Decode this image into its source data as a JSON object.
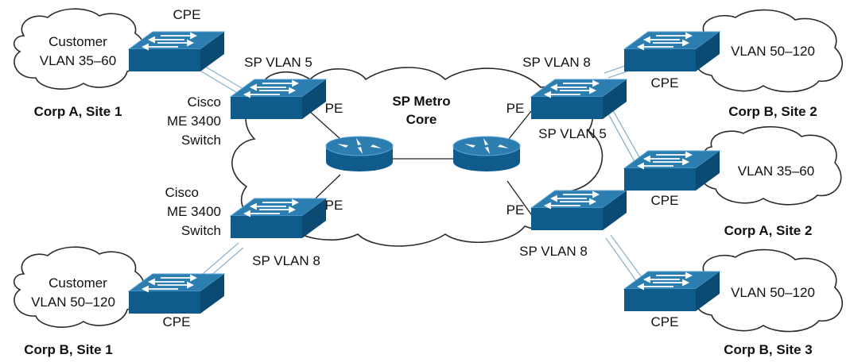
{
  "diagram": {
    "core_label_line1": "SP Metro",
    "core_label_line2": "Core",
    "left_top": {
      "customer_line1": "Customer",
      "customer_line2": "VLAN 35–60",
      "cpe_label": "CPE",
      "site_label": "Corp A, Site 1",
      "sp_vlan_label": "SP VLAN 5",
      "switch_line1": "Cisco",
      "switch_line2": "ME 3400",
      "switch_line3": "Switch",
      "pe_label": "PE"
    },
    "left_bottom": {
      "customer_line1": "Customer",
      "customer_line2": "VLAN 50–120",
      "cpe_label": "CPE",
      "site_label": "Corp B, Site 1",
      "sp_vlan_label": "SP VLAN 8",
      "switch_line1": "Cisco",
      "switch_line2": "ME 3400",
      "switch_line3": "Switch",
      "pe_label": "PE"
    },
    "right_top": {
      "sp_vlan_a": "SP VLAN 8",
      "sp_vlan_b": "SP VLAN 5",
      "pe_label": "PE"
    },
    "right_bottom": {
      "sp_vlan": "SP VLAN 8",
      "pe_label": "PE"
    },
    "site_b2": {
      "vlan": "VLAN 50–120",
      "cpe_label": "CPE",
      "site_label": "Corp B, Site 2"
    },
    "site_a2": {
      "vlan": "VLAN 35–60",
      "cpe_label": "CPE",
      "site_label": "Corp A, Site 2"
    },
    "site_b3": {
      "vlan": "VLAN 50–120",
      "cpe_label": "CPE",
      "site_label": "Corp B, Site 3"
    }
  },
  "colors": {
    "device_top": "#2c7db0",
    "device_front": "#0f5b8c",
    "device_side": "#0a4a73",
    "device_edge": "#5ba5d6",
    "arrow": "#ffffff"
  }
}
